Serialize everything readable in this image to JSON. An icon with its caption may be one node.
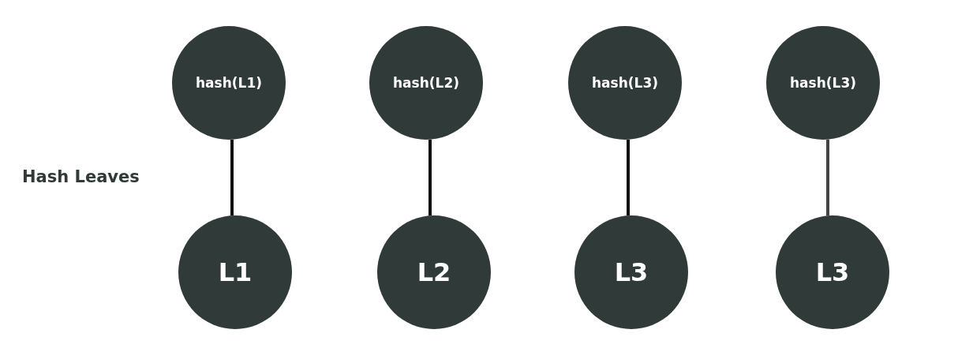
{
  "diagram": {
    "nodes": [
      {
        "text": [
          "hash(L1)"
        ]
      },
      {
        "text": [
          "hash(L2)"
        ]
      },
      {
        "text": [
          "hash(L3)"
        ]
      },
      {
        "text": [
          "hash(L3)"
        ]
      },
      {
        "text": [
          "L1"
        ]
      },
      {
        "text": [
          "L2"
        ]
      },
      {
        "text": [
          "L3"
        ]
      },
      {
        "text": [
          "L3"
        ]
      }
    ],
    "edges": [
      {
        "from": 0,
        "to": 4,
        "arrow": "none"
      },
      {
        "from": 1,
        "to": 5,
        "arrow": "none"
      },
      {
        "from": 2,
        "to": 6,
        "arrow": "none"
      },
      {
        "from": 3,
        "to": 7,
        "arrow": "none",
        "color": "#444444"
      }
    ],
    "labels": [
      "Hash Leaves"
    ]
  }
}
